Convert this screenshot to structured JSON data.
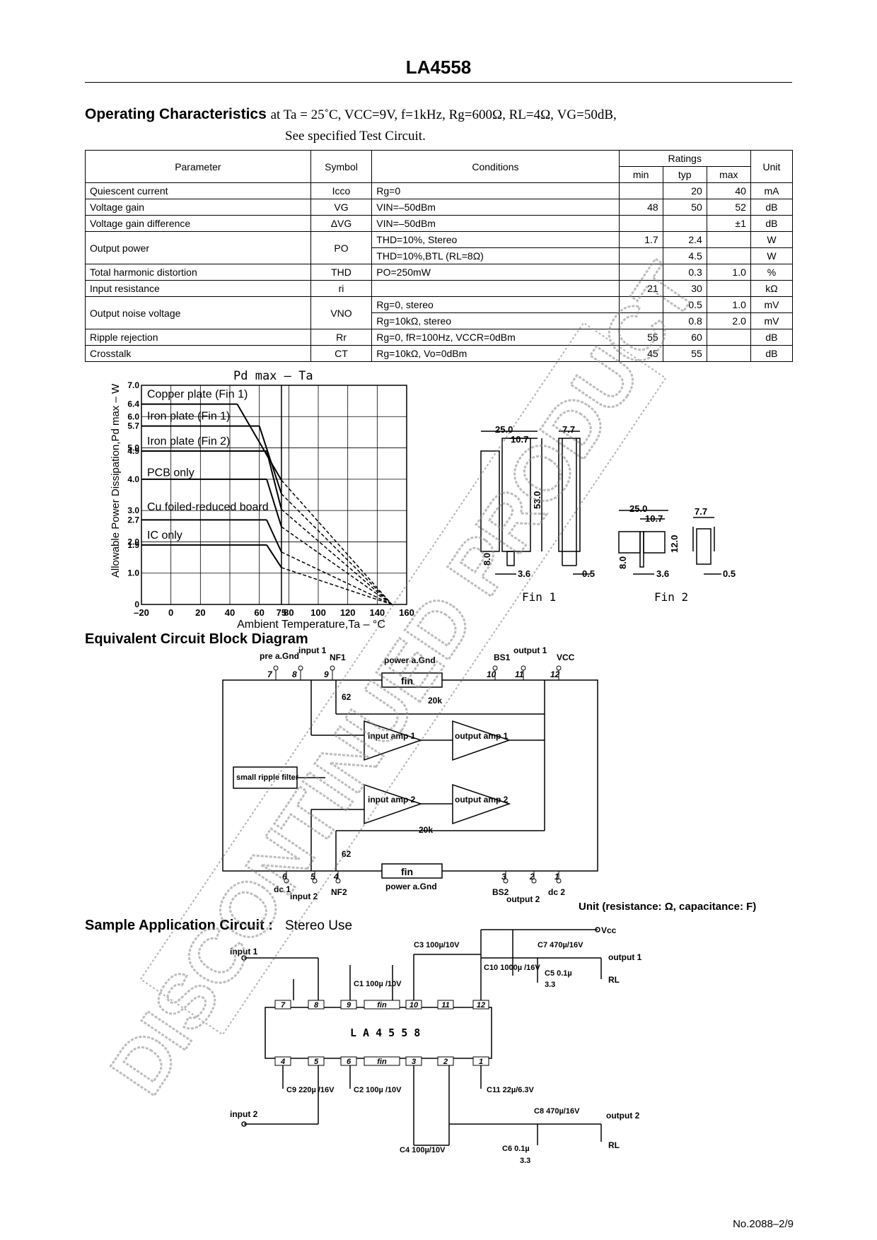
{
  "header": {
    "title": "LA4558"
  },
  "operating": {
    "heading": "Operating Characteristics",
    "conditions": "at Ta = 25˚C, VCC=9V, f=1kHz, Rg=600Ω, RL=4Ω, VG=50dB,",
    "see": "See specified Test Circuit."
  },
  "table": {
    "headers": {
      "parameter": "Parameter",
      "symbol": "Symbol",
      "conditions": "Conditions",
      "ratings": "Ratings",
      "min": "min",
      "typ": "typ",
      "max": "max",
      "unit": "Unit"
    },
    "rows": [
      {
        "param": "Quiescent current",
        "symbol": "Icco",
        "cond": "Rg=0",
        "min": "",
        "typ": "20",
        "max": "40",
        "unit": "mA"
      },
      {
        "param": "Voltage gain",
        "symbol": "VG",
        "cond": "VIN=–50dBm",
        "min": "48",
        "typ": "50",
        "max": "52",
        "unit": "dB"
      },
      {
        "param": "Voltage gain difference",
        "symbol": "ΔVG",
        "cond": "VIN=–50dBm",
        "min": "",
        "typ": "",
        "max": "±1",
        "unit": "dB"
      },
      {
        "param": "Output power",
        "symbol": "PO",
        "cond": "THD=10%, Stereo",
        "min": "1.7",
        "typ": "2.4",
        "max": "",
        "unit": "W"
      },
      {
        "param": "",
        "symbol": "",
        "cond": "THD=10%,BTL (RL=8Ω)",
        "min": "",
        "typ": "4.5",
        "max": "",
        "unit": "W"
      },
      {
        "param": "Total harmonic distortion",
        "symbol": "THD",
        "cond": "PO=250mW",
        "min": "",
        "typ": "0.3",
        "max": "1.0",
        "unit": "%"
      },
      {
        "param": "Input resistance",
        "symbol": "ri",
        "cond": "",
        "min": "21",
        "typ": "30",
        "max": "",
        "unit": "kΩ"
      },
      {
        "param": "Output noise voltage",
        "symbol": "VNO",
        "cond": "Rg=0, stereo",
        "min": "",
        "typ": "0.5",
        "max": "1.0",
        "unit": "mV"
      },
      {
        "param": "",
        "symbol": "",
        "cond": "Rg=10kΩ, stereo",
        "min": "",
        "typ": "0.8",
        "max": "2.0",
        "unit": "mV"
      },
      {
        "param": "Ripple rejection",
        "symbol": "Rr",
        "cond": "Rg=0, fR=100Hz, VCCR=0dBm",
        "min": "55",
        "typ": "60",
        "max": "",
        "unit": "dB"
      },
      {
        "param": "Crosstalk",
        "symbol": "CT",
        "cond": "Rg=10kΩ, Vo=0dBm",
        "min": "45",
        "typ": "55",
        "max": "",
        "unit": "dB"
      }
    ]
  },
  "graph": {
    "title": "Pd max – Ta",
    "xlabel": "Ambient Temperature,Ta – °C",
    "ylabel": "Allowable Power Dissipation,Pd max – W",
    "xticks": [
      "–20",
      "0",
      "20",
      "40",
      "60",
      "75",
      "80",
      "100",
      "120",
      "140",
      "160"
    ],
    "yticks": [
      "7.0",
      "6.4",
      "6.0",
      "5.7",
      "5.0",
      "4.9",
      "4.0",
      "3.0",
      "2.7",
      "2.0",
      "1.9",
      "1.0",
      "0"
    ],
    "curves": [
      {
        "label": "Copper plate (Fin 1)",
        "pd": 6.4
      },
      {
        "label": "Iron plate (Fin 1)",
        "pd": 5.7
      },
      {
        "label": "Iron plate (Fin 2)",
        "pd": 4.9
      },
      {
        "label": "PCB only",
        "pd": 4.0
      },
      {
        "label": "Cu foiled-reduced board",
        "pd": 2.7
      },
      {
        "label": "IC only",
        "pd": 1.9
      }
    ]
  },
  "fins": {
    "fin1": {
      "label": "Fin 1",
      "d1": "25.0",
      "d2": "10.7",
      "d3": "7.7",
      "d4": "53.0",
      "d5": "8.0",
      "d6": "3.6",
      "d7": "0.5"
    },
    "fin2": {
      "label": "Fin 2",
      "d1": "25.0",
      "d2": "10.7",
      "d3": "7.7",
      "d4": "12.0",
      "d5": "8.0",
      "d6": "3.6",
      "d7": "0.5"
    }
  },
  "block": {
    "heading": "Equivalent Circuit Block Diagram",
    "top_labels": {
      "pre_gnd": "pre a.Gnd",
      "input1": "input 1",
      "nf1": "NF1",
      "power_gnd": "power a.Gnd",
      "bs1": "BS1",
      "output1": "output 1",
      "vcc": "VCC"
    },
    "bottom_labels": {
      "dc1": "dc 1",
      "input2": "input 2",
      "nf2": "NF2",
      "power_gnd": "power a.Gnd",
      "bs2": "BS2",
      "output2": "output 2",
      "dc2": "dc 2"
    },
    "pins_top": [
      "7",
      "8",
      "9",
      "10",
      "11",
      "12"
    ],
    "pins_bottom": [
      "6",
      "5",
      "4",
      "3",
      "2",
      "1"
    ],
    "fin": "fin",
    "r62": "62",
    "r20k": "20k",
    "blocks": [
      "input amp 1",
      "output amp 1",
      "input amp 2",
      "output amp 2",
      "small ripple filter"
    ],
    "unit_note": "Unit (resistance: Ω, capacitance: F)"
  },
  "app": {
    "heading": "Sample Application Circuit :",
    "subheading": "Stereo Use",
    "ic": "L A 4 5 5 8",
    "top_pins": [
      "7",
      "8",
      "9",
      "fin",
      "10",
      "11",
      "12"
    ],
    "bottom_pins": [
      "4",
      "5",
      "6",
      "fin",
      "3",
      "2",
      "1"
    ],
    "labels": {
      "vcc": "Vcc",
      "input1": "input 1",
      "input2": "input 2",
      "output1": "output 1",
      "output2": "output 2",
      "c3": "C3 100µ/10V",
      "c7": "C7 470µ/16V",
      "c10": "C10 1000µ /16V",
      "c5": "C5 0.1µ",
      "r33a": "3.3",
      "rl1": "RL",
      "c1": "C1 100µ /10V",
      "c9": "C9 220µ /16V",
      "c2": "C2 100µ /10V",
      "c11": "C11 22µ/6.3V",
      "c8": "C8 470µ/16V",
      "c4": "C4 100µ/10V",
      "c6": "C6 0.1µ",
      "r33b": "3.3",
      "rl2": "RL"
    }
  },
  "watermark": {
    "text": "DISCONTINUED PRODUCT"
  },
  "footer": {
    "page": "No.2088–2/9"
  }
}
